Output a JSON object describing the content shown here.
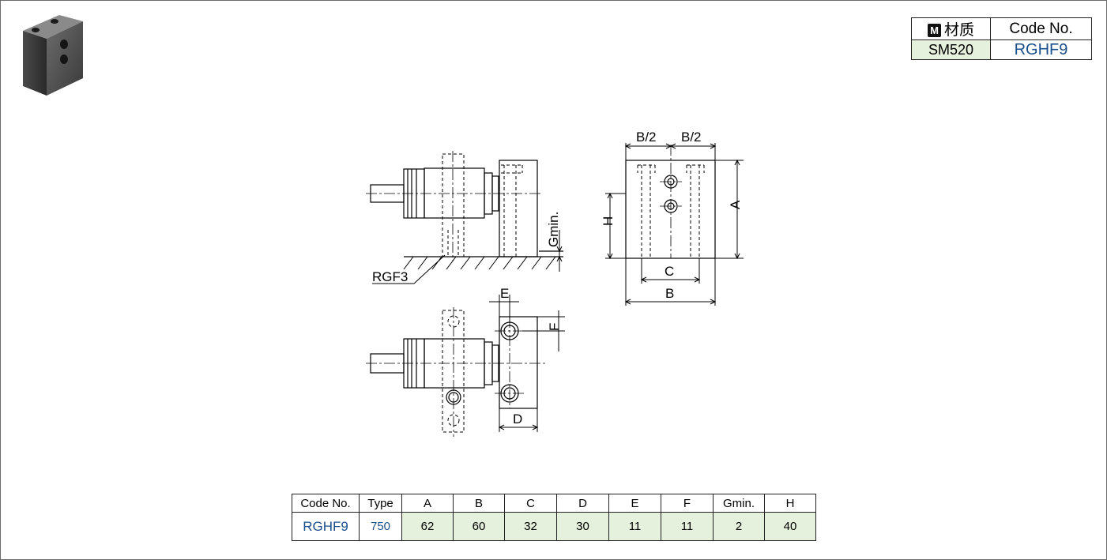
{
  "material_table": {
    "material_header": "材质",
    "material_icon": "M",
    "code_header": "Code No.",
    "material_value": "SM520",
    "code_value": "RGHF9"
  },
  "drawing": {
    "labels": {
      "b_half_left": "B/2",
      "b_half_right": "B/2",
      "a": "A",
      "h": "H",
      "c": "C",
      "b": "B",
      "gmin": "Gmin.",
      "rgf3": "RGF3",
      "e": "E",
      "f": "F",
      "d": "D"
    }
  },
  "spec_table": {
    "headers": [
      "Code No.",
      "Type",
      "A",
      "B",
      "C",
      "D",
      "E",
      "F",
      "Gmin.",
      "H"
    ],
    "rows": [
      [
        "RGHF9",
        "750",
        "62",
        "60",
        "32",
        "30",
        "11",
        "11",
        "2",
        "40"
      ]
    ]
  },
  "colors": {
    "accent_blue": "#1d4f8b",
    "value_green": "#e5f1dc"
  }
}
